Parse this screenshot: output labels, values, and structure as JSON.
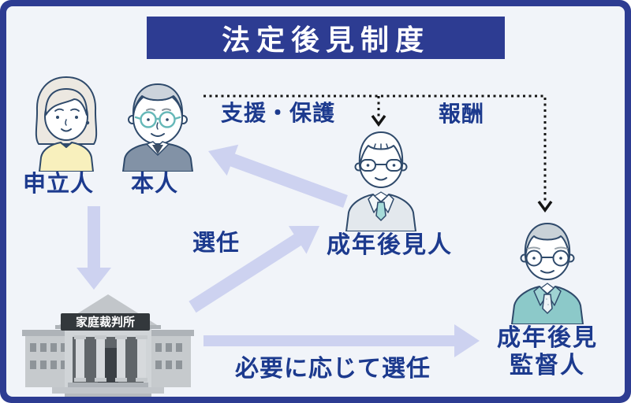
{
  "title": "法定後見制度",
  "diagram": {
    "actors": {
      "applicant": {
        "label": "申立人"
      },
      "principal": {
        "label": "本人"
      },
      "family_court": {
        "label": "家庭裁判所"
      },
      "adult_guardian": {
        "label": "成年後見人"
      },
      "guardianship_supervisor": {
        "label_line1": "成年後見",
        "label_line2": "監督人"
      }
    },
    "relations": {
      "support_protection": {
        "label": "支援・保護"
      },
      "remuneration": {
        "label": "報酬"
      },
      "appointment": {
        "label": "選任"
      },
      "appointment_as_needed": {
        "label": "必要に応じて選任"
      }
    }
  },
  "illustrations": {
    "applicant": "woman-bust",
    "principal": "elderly-man-bust",
    "adult_guardian": "man-in-suit-bust",
    "guardianship_supervisor": "elderly-man-in-teal-suit-bust",
    "family_court": "courthouse-building"
  },
  "colors": {
    "frame_navy": "#2d3c92",
    "label_navy": "#1c3a8e",
    "arrow_lavender": "#cdd2f0",
    "background": "#f1f4f9",
    "dotted_line": "#141414",
    "court_sign": "#33383c",
    "figure_outline": "#2f4a6b",
    "guardian_tie_teal": "#a7dcd9",
    "supervisor_suit_teal": "#8cc9c9",
    "applicant_top_yellow": "#f8f0bd",
    "principal_sweater_gray": "#8292a6"
  }
}
